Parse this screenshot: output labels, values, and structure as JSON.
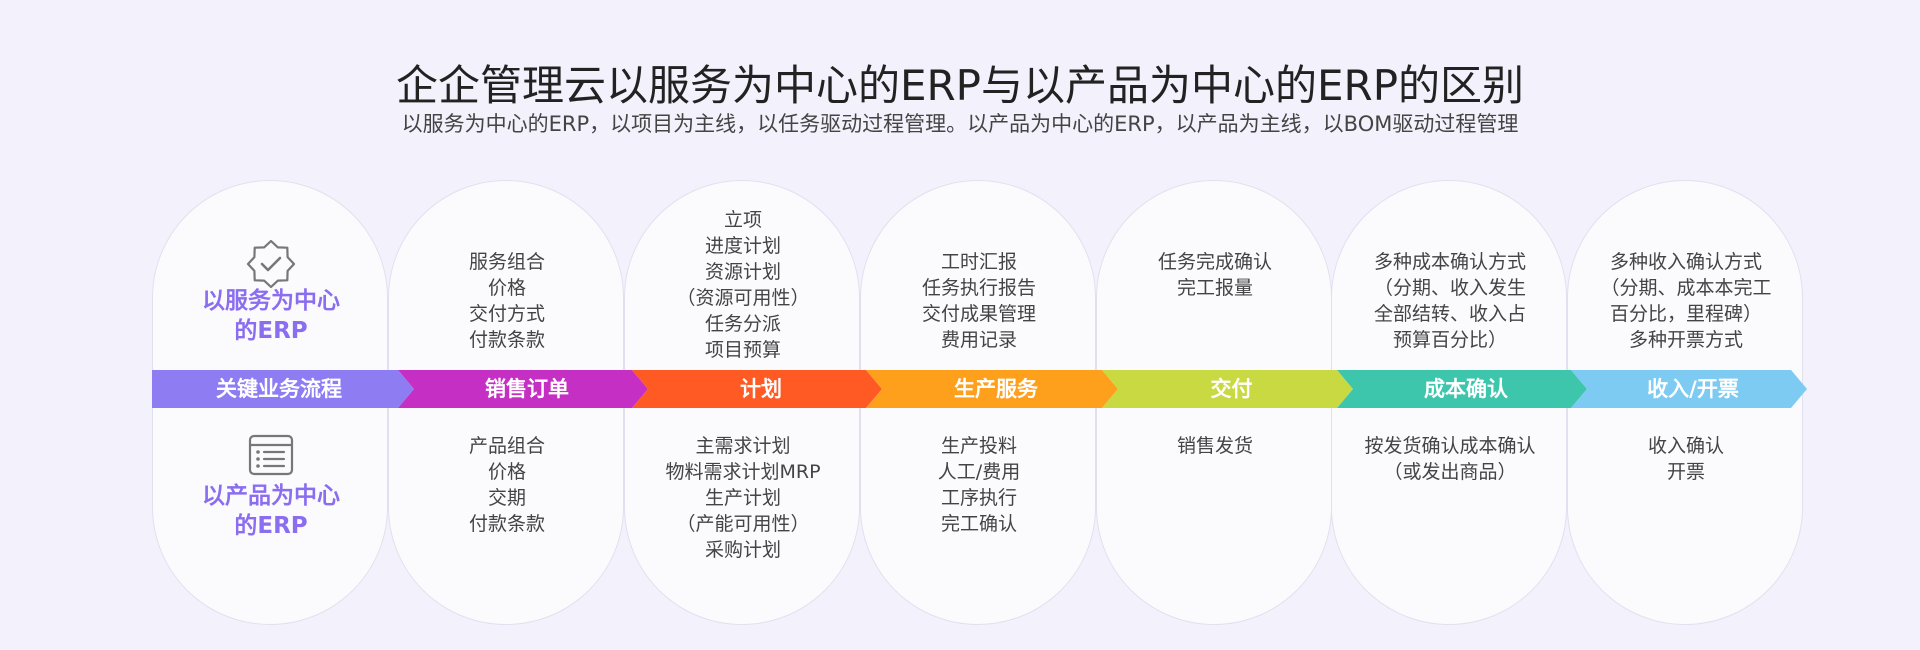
{
  "header": {
    "title": "企企管理云以服务为中心的ERP与以产品为中心的ERP的区别",
    "subtitle": "以服务为中心的ERP，以项目为主线，以任务驱动过程管理。以产品为中心的ERP，以产品为主线，以BOM驱动过程管理"
  },
  "categories": {
    "service": {
      "label_lines": [
        "以服务为中心",
        "的ERP"
      ],
      "icon": "badge-check-icon"
    },
    "product": {
      "label_lines": [
        "以产品为中心",
        "的ERP"
      ],
      "icon": "list-doc-icon"
    }
  },
  "stages": [
    {
      "label": "关键业务流程",
      "color": "#8e7cf3",
      "top": [],
      "bottom": []
    },
    {
      "label": "销售订单",
      "color": "#c52fc3",
      "top": [
        "服务组合",
        "价格",
        "交付方式",
        "付款条款"
      ],
      "bottom": [
        "产品组合",
        "价格",
        "交期",
        "付款条款"
      ]
    },
    {
      "label": "计划",
      "color": "#ff5a24",
      "top": [
        "立项",
        "进度计划",
        "资源计划",
        "（资源可用性）",
        "任务分派",
        "项目预算"
      ],
      "bottom": [
        "主需求计划",
        "物料需求计划MRP",
        "生产计划",
        "（产能可用性）",
        "采购计划"
      ]
    },
    {
      "label": "生产服务",
      "color": "#ffa01c",
      "top": [
        "工时汇报",
        "任务执行报告",
        "交付成果管理",
        "费用记录"
      ],
      "bottom": [
        "生产投料",
        "人工/费用",
        "工序执行",
        "完工确认"
      ]
    },
    {
      "label": "交付",
      "color": "#c9d941",
      "top": [
        "任务完成确认",
        "完工报量"
      ],
      "bottom": [
        "销售发货"
      ]
    },
    {
      "label": "成本确认",
      "color": "#3ec6ad",
      "top": [
        "多种成本确认方式",
        "（分期、收入发生",
        "全部结转、收入占",
        "预算百分比）"
      ],
      "bottom": [
        "按发货确认成本确认",
        "（或发出商品）"
      ]
    },
    {
      "label": "收入/开票",
      "color": "#7dcaf2",
      "top": [
        "多种收入确认方式",
        "（分期、成本本完工",
        "百分比，里程碑）",
        "多种开票方式"
      ],
      "bottom": [
        "收入确认",
        "开票"
      ]
    }
  ]
}
